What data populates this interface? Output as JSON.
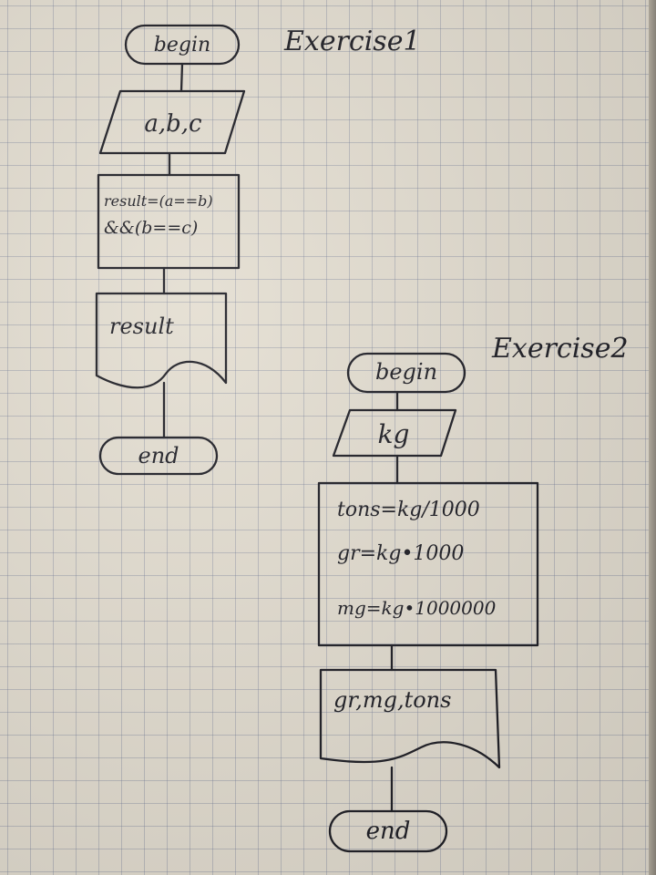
{
  "diagrams": [
    {
      "heading": "Exercise1",
      "begin": "begin",
      "input": "a,b,c",
      "process_lines": [
        "result=(a==b)",
        "&&(b==c)"
      ],
      "output": "result",
      "end": "end"
    },
    {
      "heading": "Exercise2",
      "begin": "begin",
      "input": "kg",
      "process_lines": [
        "tons=kg/1000",
        "gr=kg•1000",
        "mg=kg•1000000"
      ],
      "output": "gr,mg,tons",
      "end": "end"
    }
  ]
}
